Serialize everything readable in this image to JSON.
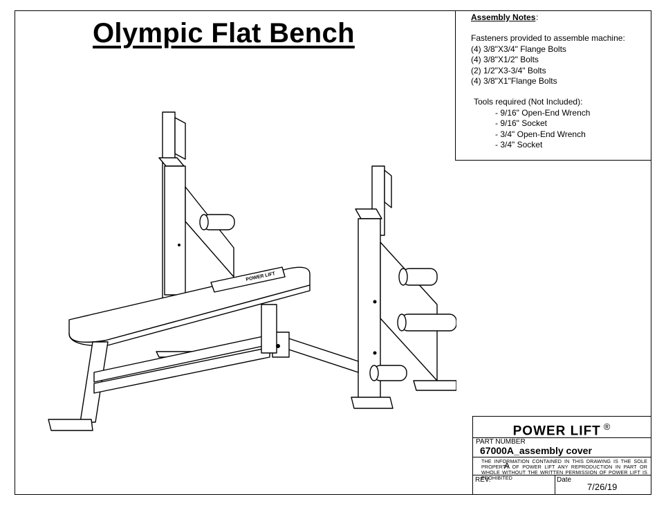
{
  "title": "Olympic Flat Bench",
  "assembly_notes": {
    "heading": "Assembly Notes",
    "heading_suffix": ":",
    "fasteners_intro": "Fasteners provided to assemble machine:",
    "fasteners": [
      "(4) 3/8\"X3/4\" Flange Bolts",
      "(4) 3/8\"X1/2\" Bolts",
      "(2) 1/2\"X3-3/4\" Bolts",
      "(4) 3/8\"X1\"Flange Bolts"
    ],
    "tools_intro": "Tools required (Not Included):",
    "tools": [
      "- 9/16\"  Open-End Wrench",
      "- 9/16\" Socket",
      "- 3/4\" Open-End Wrench",
      "- 3/4\" Socket"
    ]
  },
  "title_block": {
    "company": "POWER LIFT",
    "registered_mark": "®",
    "part_number_label": "PART NUMBER",
    "part_number": "67000A_assembly cover",
    "legal_text": "THE INFORMATION CONTAINED IN THIS DRAWING IS THE SOLE PROPERTY OF POWER LIFT ANY REPRODUCTION IN PART OR WHOLE WITHOUT THE WRITTEN PERMISSION OF POWER LIFT IS PROHIBITED",
    "rev_label": "REV.",
    "rev_value": "A",
    "date_label": "Date",
    "date_value": "7/26/19"
  },
  "drawing": {
    "subject": "olympic-flat-bench-isometric",
    "pad_logo_text": "POWER LIFT"
  }
}
